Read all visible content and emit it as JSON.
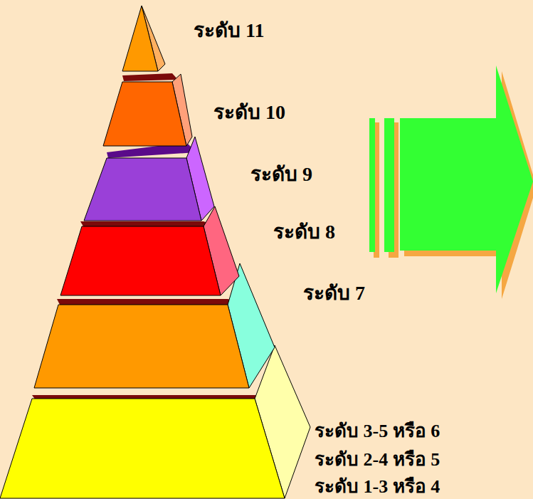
{
  "diagram": {
    "labels": [
      "ระดับ 11",
      "ระดับ 10",
      "ระดับ 9",
      "ระดับ 8",
      "ระดับ 7",
      "ระดับ 3-5 หรือ 6",
      "ระดับ 2-4 หรือ 5",
      "ระดับ 1-3 หรือ 4"
    ]
  }
}
